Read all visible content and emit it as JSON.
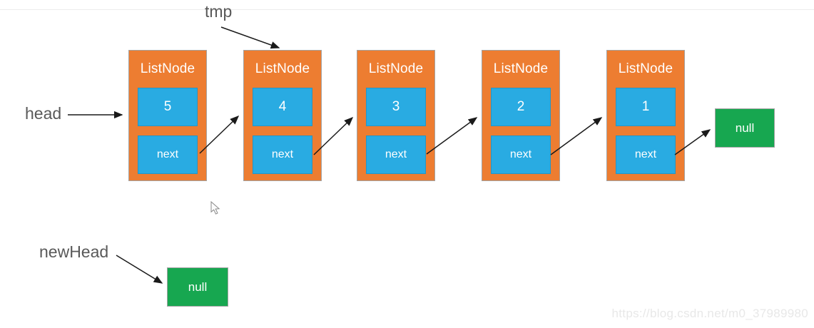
{
  "labels": {
    "head": "head",
    "tmp": "tmp",
    "new_head": "newHead"
  },
  "nodes": [
    {
      "title": "ListNode",
      "value": "5",
      "next_label": "next"
    },
    {
      "title": "ListNode",
      "value": "4",
      "next_label": "next"
    },
    {
      "title": "ListNode",
      "value": "3",
      "next_label": "next"
    },
    {
      "title": "ListNode",
      "value": "2",
      "next_label": "next"
    },
    {
      "title": "ListNode",
      "value": "1",
      "next_label": "next"
    }
  ],
  "null_boxes": {
    "list_end": "null",
    "new_head_target": "null"
  },
  "watermark": "https://blog.csdn.net/m0_37989980",
  "colors": {
    "node_fill": "#ED7D31",
    "field_fill": "#29ABE2",
    "null_fill": "#17A750",
    "label_text": "#595959",
    "arrow": "#1a1a1a",
    "watermark_text": "#e8e8e8"
  }
}
